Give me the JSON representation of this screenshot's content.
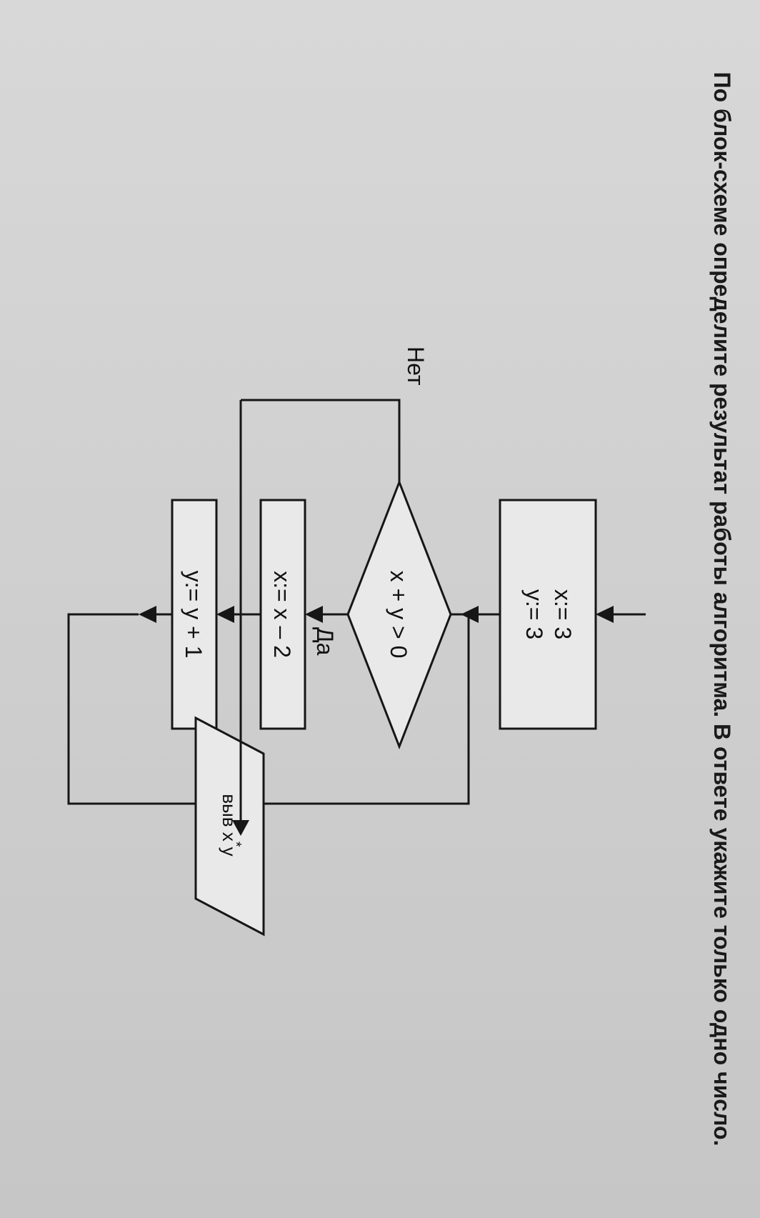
{
  "heading": "По блок-схеме определите результат работы алгоритма. В ответе укажите только одно число.",
  "flowchart": {
    "init_line1": "x:= 3",
    "init_line2": "y:= 3",
    "condition": "x + y > 0",
    "yes_label": "Да",
    "no_label": "Нет",
    "step1": "x:= x – 2",
    "step2": "y:= y + 1",
    "output_prefix": "выв x",
    "output_sup": "*",
    "output_suffix": "y"
  }
}
